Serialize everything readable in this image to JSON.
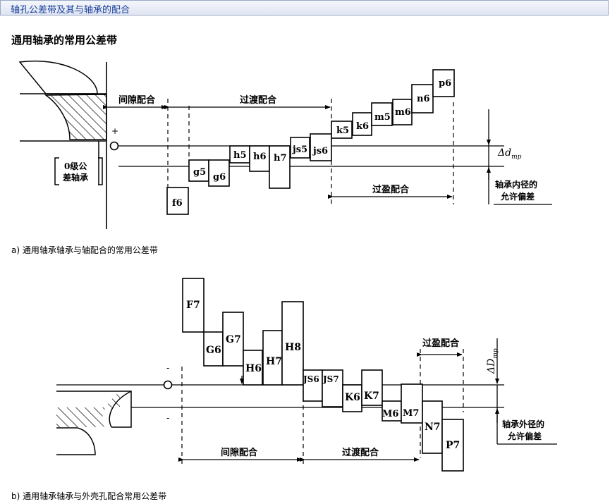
{
  "window": {
    "title": "轴孔公差带及其与轴承的配合"
  },
  "heading": "通用轴承的常用公差带",
  "diagram_a": {
    "caption": "a) 通用轴承轴承与轴配合的常用公差带",
    "bearing_label_1": "0级公",
    "bearing_label_2": "差轴承",
    "plus_sign": "+",
    "fit_clearance": "间隙配合",
    "fit_transition": "过渡配合",
    "fit_interference": "过盈配合",
    "tolerance_symbol": "Δd",
    "tolerance_subscript": "mp",
    "deviation_label_1": "轴承内径的",
    "deviation_label_2": "允许偏差",
    "zones": [
      "f6",
      "g5",
      "g6",
      "h5",
      "h6",
      "h7",
      "js5",
      "js6",
      "k5",
      "k6",
      "m5",
      "m6",
      "n6",
      "p6"
    ]
  },
  "diagram_b": {
    "caption": "b) 通用轴承轴承与外壳孔配合常用公差带",
    "minus_sign_1": "-",
    "minus_sign_2": "-",
    "fit_interference": "过盈配合",
    "fit_clearance": "间隙配合",
    "fit_transition": "过渡配合",
    "tolerance_symbol": "ΔD",
    "tolerance_subscript": "mp",
    "deviation_label_1": "轴承外径的",
    "deviation_label_2": "允许偏差",
    "zones": [
      "F7",
      "G6",
      "G7",
      "H6",
      "H7",
      "H8",
      "JS6",
      "JS7",
      "K6",
      "K7",
      "M6",
      "M7",
      "N7",
      "P7"
    ]
  }
}
